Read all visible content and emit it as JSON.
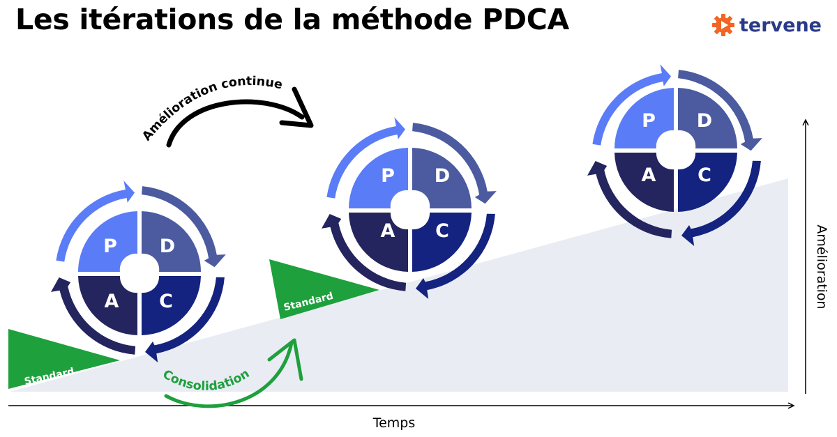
{
  "title": "Les itérations de la méthode PDCA",
  "logo": {
    "text": "tervene",
    "icon": "gear-play-icon",
    "color": "#2a3a8a",
    "icon_color": "#f26522"
  },
  "cycles": [
    {
      "p": "P",
      "d": "D",
      "a": "A",
      "c": "C"
    },
    {
      "p": "P",
      "d": "D",
      "a": "A",
      "c": "C"
    },
    {
      "p": "P",
      "d": "D",
      "a": "A",
      "c": "C"
    }
  ],
  "standards": [
    {
      "label": "Standard"
    },
    {
      "label": "Standard"
    }
  ],
  "annotations": {
    "continuous_improvement": "Amélioration continue",
    "consolidation": "Consolidation"
  },
  "axes": {
    "x_label": "Temps",
    "y_label": "Amélioration"
  },
  "colors": {
    "plan": "#5b7cf7",
    "do": "#4c5ba0",
    "check": "#13237f",
    "act": "#24245e",
    "standard": "#1ea03c",
    "slope": "#eaecf4",
    "consolidation": "#1ea03c"
  }
}
